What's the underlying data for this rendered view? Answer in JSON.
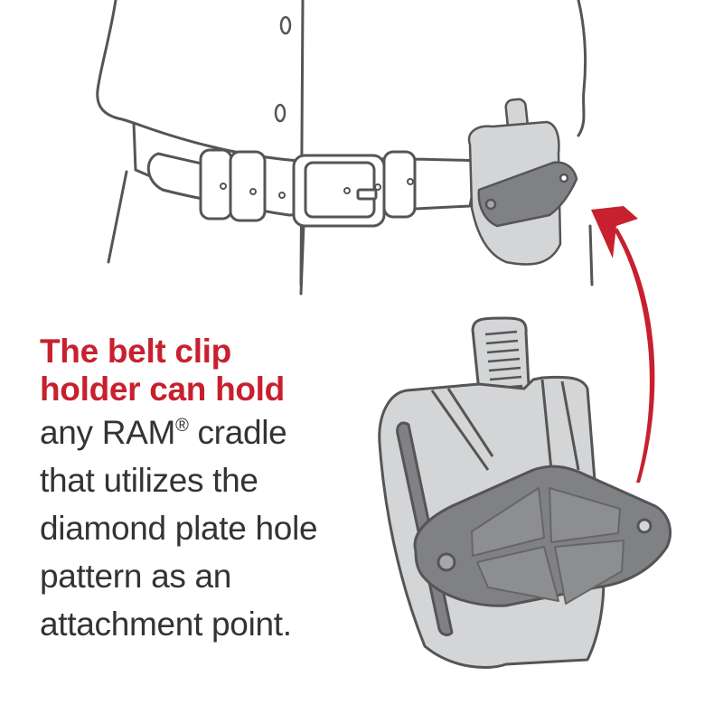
{
  "caption": {
    "headline_lines": [
      "The belt clip",
      "holder can hold"
    ],
    "body_lines": [
      "any RAM",
      "cradle",
      "that utilizes the",
      "diamond plate hole",
      "pattern as an",
      "attachment point."
    ],
    "registered_mark": "®"
  },
  "colors": {
    "accent_red": "#c8202f",
    "body_text": "#333333",
    "outline": "#555555",
    "clip_fill": "#d4d5d7",
    "plate_fill": "#808184",
    "background": "#ffffff"
  },
  "illustration": {
    "subject": "person wearing belt with RAM belt clip holder",
    "callout": "enlarged belt clip holder with diamond plate",
    "arrow": "red curved arrow pointing from enlarged holder to holder on belt"
  }
}
